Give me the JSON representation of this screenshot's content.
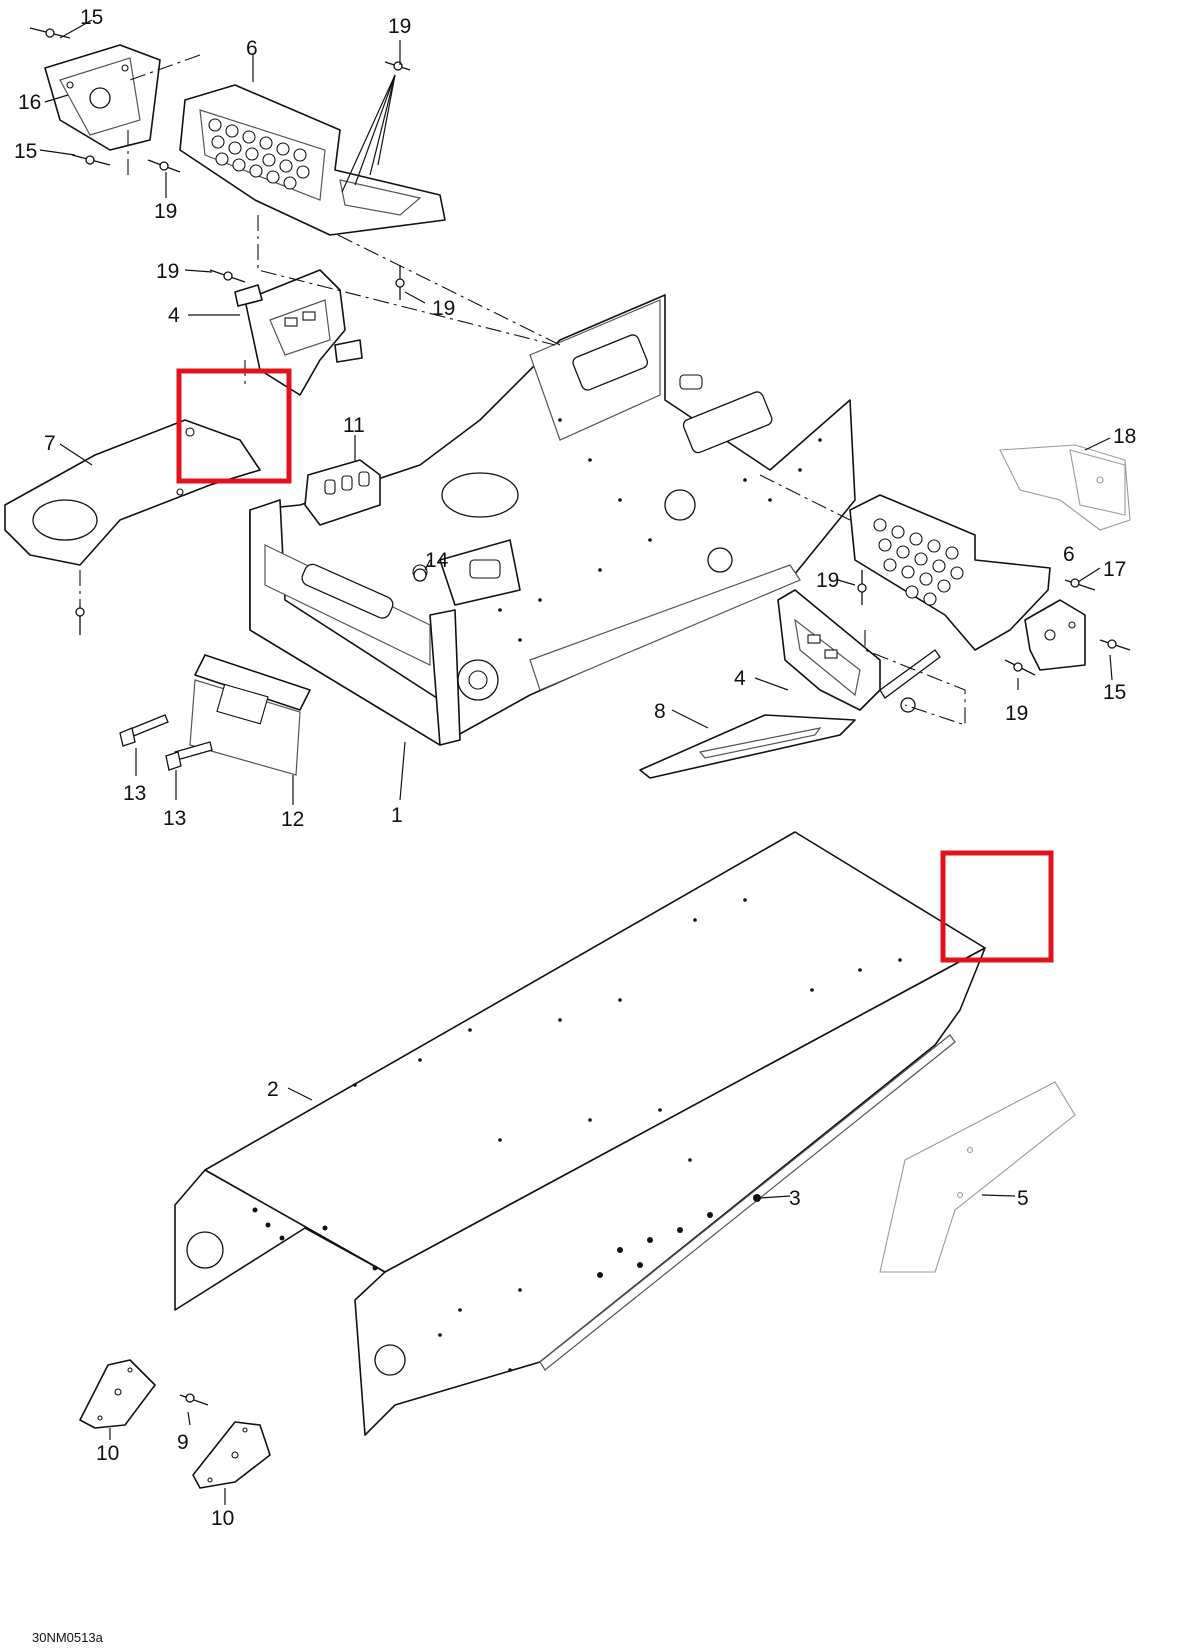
{
  "callouts": {
    "n1": "1",
    "n2": "2",
    "n3": "3",
    "n4a": "4",
    "n4b": "4",
    "n5": "5",
    "n6a": "6",
    "n6b": "6",
    "n7": "7",
    "n8": "8",
    "n9": "9",
    "n10a": "10",
    "n10b": "10",
    "n11": "11",
    "n12": "12",
    "n13a": "13",
    "n13b": "13",
    "n14": "14",
    "n15a": "15",
    "n15b": "15",
    "n15c": "15",
    "n16": "16",
    "n17": "17",
    "n18": "18",
    "n19a": "19",
    "n19b": "19",
    "n19c": "19",
    "n19d": "19",
    "n19e": "19",
    "n19f": "19"
  },
  "figure_code": "30NM0513a",
  "highlight_color": "#e2121b"
}
